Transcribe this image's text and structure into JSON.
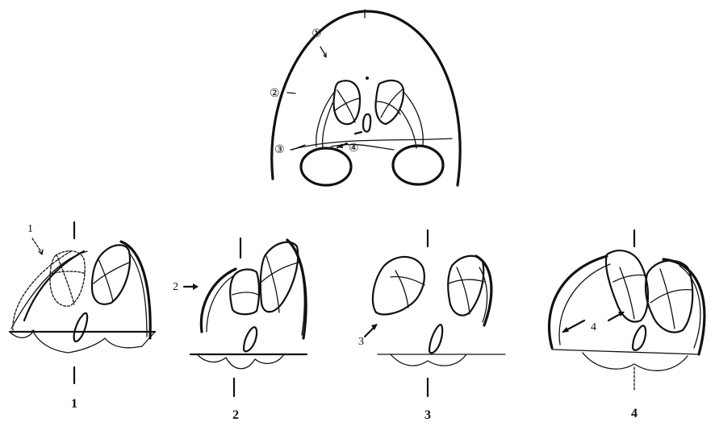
{
  "top_figure": {
    "markers": [
      "①",
      "②",
      "③",
      "④"
    ]
  },
  "panels": [
    {
      "caption": "1",
      "arrow_label": "1"
    },
    {
      "caption": "2",
      "arrow_label": "2"
    },
    {
      "caption": "3",
      "arrow_label": "3"
    },
    {
      "caption": "4",
      "arrow_label": "4"
    }
  ]
}
